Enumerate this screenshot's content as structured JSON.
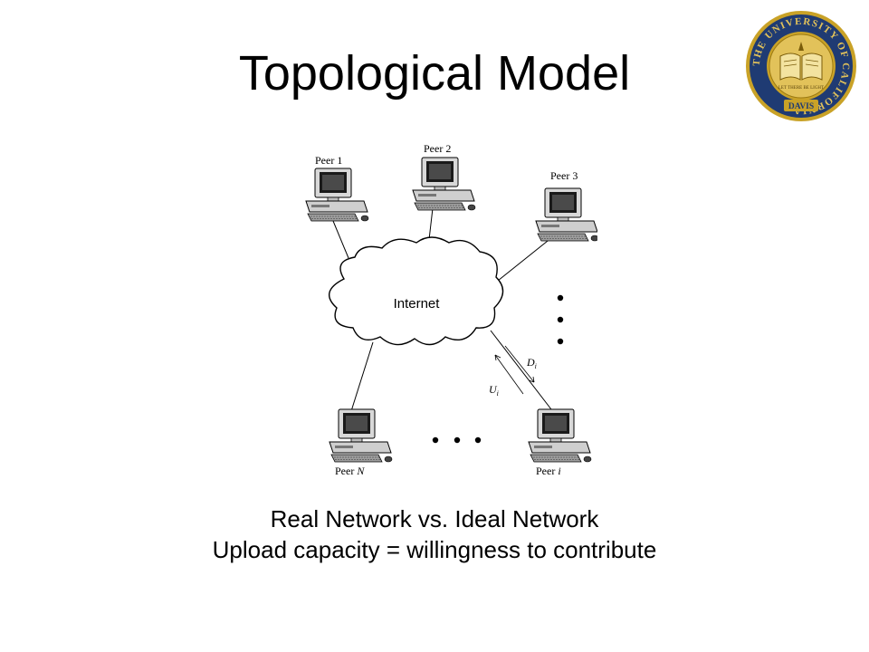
{
  "slide": {
    "title": "Topological Model",
    "caption_line1": "Real Network vs.  Ideal Network",
    "caption_line2": "Upload capacity = willingness to contribute"
  },
  "diagram": {
    "cloud_label": "Internet",
    "peers": [
      {
        "prefix": "Peer 1",
        "suffix": ""
      },
      {
        "prefix": "Peer 2",
        "suffix": ""
      },
      {
        "prefix": "Peer 3",
        "suffix": ""
      },
      {
        "prefix": "Peer ",
        "suffix": "N"
      },
      {
        "prefix": "Peer ",
        "suffix": "i"
      }
    ],
    "download_label": {
      "main": "D",
      "sub": "i"
    },
    "upload_label": {
      "main": "U",
      "sub": "i"
    }
  },
  "seal": {
    "ring_text": "THE UNIVERSITY OF CALIFORNIA",
    "motto": "LET THERE BE LIGHT",
    "campus": "DAVIS",
    "colors": {
      "blue": "#1f3b73",
      "gold": "#c9a227"
    }
  }
}
